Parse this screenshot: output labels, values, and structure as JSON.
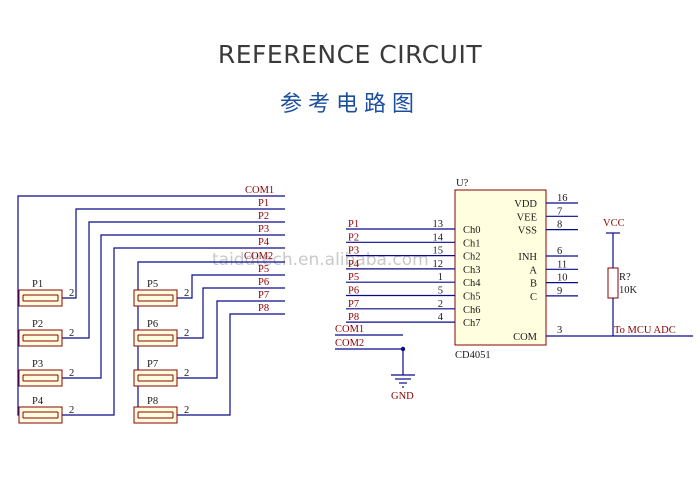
{
  "header": {
    "title": "REFERENCE CIRCUIT",
    "subtitle": "参考电路图"
  },
  "watermark": "taiddtech.en.alibaba.com",
  "sensor_bus": {
    "nets": [
      "COM1",
      "P1",
      "P2",
      "P3",
      "P4",
      "COM2",
      "P5",
      "P6",
      "P7",
      "P8"
    ]
  },
  "sensors": [
    {
      "ref": "P1",
      "pin": "2"
    },
    {
      "ref": "P2",
      "pin": "2"
    },
    {
      "ref": "P3",
      "pin": "2"
    },
    {
      "ref": "P4",
      "pin": "2"
    },
    {
      "ref": "P5",
      "pin": "2"
    },
    {
      "ref": "P6",
      "pin": "2"
    },
    {
      "ref": "P7",
      "pin": "2"
    },
    {
      "ref": "P8",
      "pin": "2"
    }
  ],
  "mux": {
    "ref": "U?",
    "part": "CD4051",
    "inputs": [
      {
        "net": "P1",
        "pin": "13",
        "name": "Ch0"
      },
      {
        "net": "P2",
        "pin": "14",
        "name": "Ch1"
      },
      {
        "net": "P3",
        "pin": "15",
        "name": "Ch2"
      },
      {
        "net": "P4",
        "pin": "12",
        "name": "Ch3"
      },
      {
        "net": "P5",
        "pin": "1",
        "name": "Ch4"
      },
      {
        "net": "P6",
        "pin": "5",
        "name": "Ch5"
      },
      {
        "net": "P7",
        "pin": "2",
        "name": "Ch6"
      },
      {
        "net": "P8",
        "pin": "4",
        "name": "Ch7"
      }
    ],
    "power": [
      {
        "name": "VDD",
        "pin": "16"
      },
      {
        "name": "VEE",
        "pin": "7"
      },
      {
        "name": "VSS",
        "pin": "8"
      }
    ],
    "control": [
      {
        "name": "INH",
        "pin": "6"
      },
      {
        "name": "A",
        "pin": "11"
      },
      {
        "name": "B",
        "pin": "10"
      },
      {
        "name": "C",
        "pin": "9"
      }
    ],
    "com": {
      "name": "COM",
      "pin": "3"
    }
  },
  "com_nets": [
    "COM1",
    "COM2"
  ],
  "ground": {
    "label": "GND"
  },
  "supply": {
    "label": "VCC"
  },
  "resistor": {
    "ref": "R?",
    "value": "10K"
  },
  "output_label": "To MCU ADC"
}
